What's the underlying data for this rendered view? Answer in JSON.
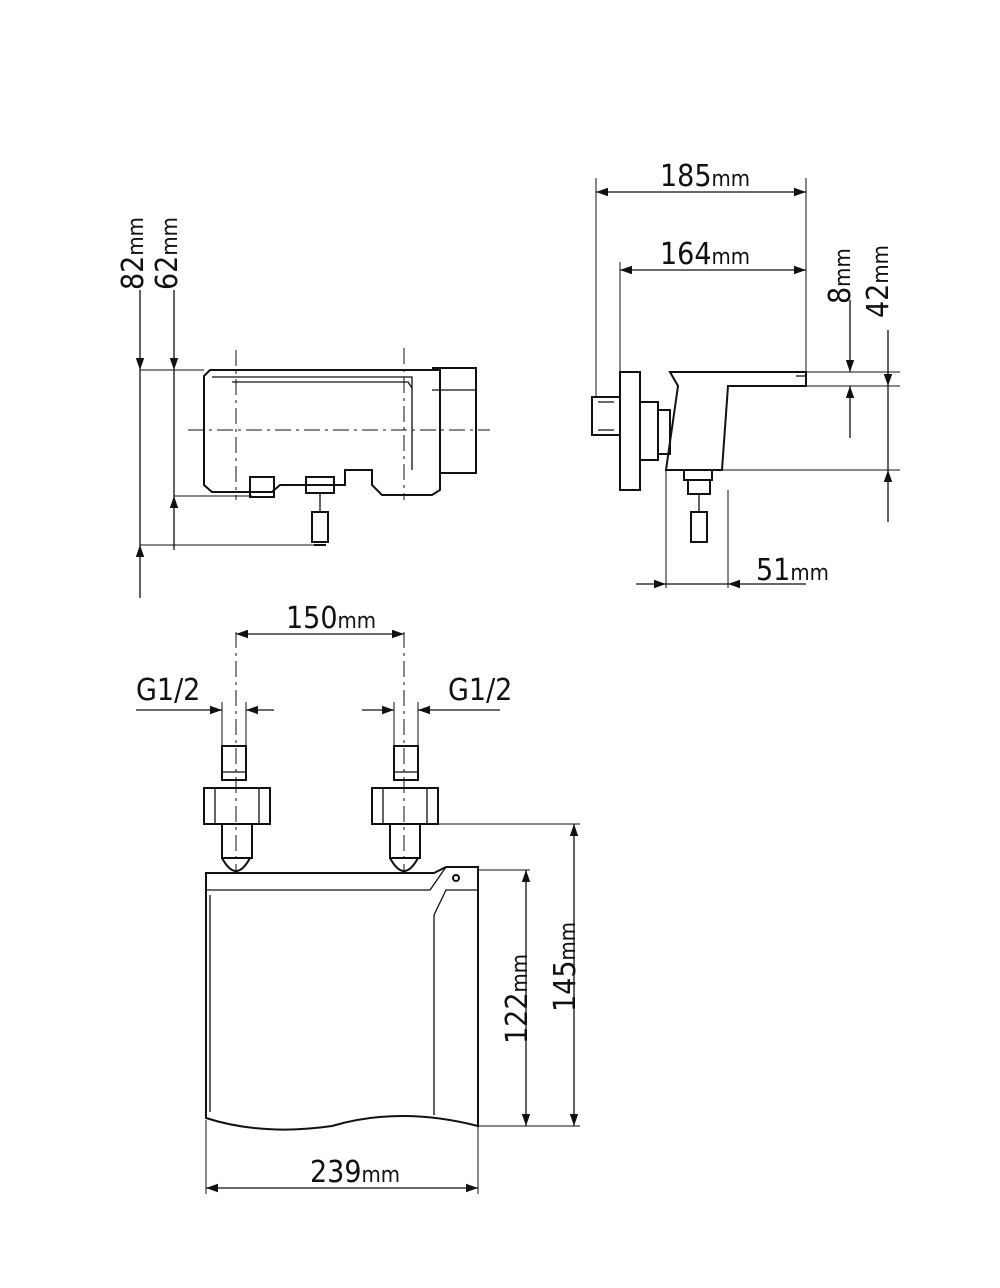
{
  "dimensions": {
    "front_height_82": {
      "value": "82",
      "unit": "mm"
    },
    "front_height_62": {
      "value": "62",
      "unit": "mm"
    },
    "side_length_185": {
      "value": "185",
      "unit": "mm"
    },
    "side_length_164": {
      "value": "164",
      "unit": "mm"
    },
    "side_offset_8": {
      "value": "8",
      "unit": "mm"
    },
    "side_height_42": {
      "value": "42",
      "unit": "mm"
    },
    "side_depth_51": {
      "value": "51",
      "unit": "mm"
    },
    "inlet_spacing_150": {
      "value": "150",
      "unit": "mm"
    },
    "top_depth_122": {
      "value": "122",
      "unit": "mm"
    },
    "top_depth_145": {
      "value": "145",
      "unit": "mm"
    },
    "top_width_239": {
      "value": "239",
      "unit": "mm"
    }
  },
  "thread_left": "G1/2",
  "thread_right": "G1/2"
}
